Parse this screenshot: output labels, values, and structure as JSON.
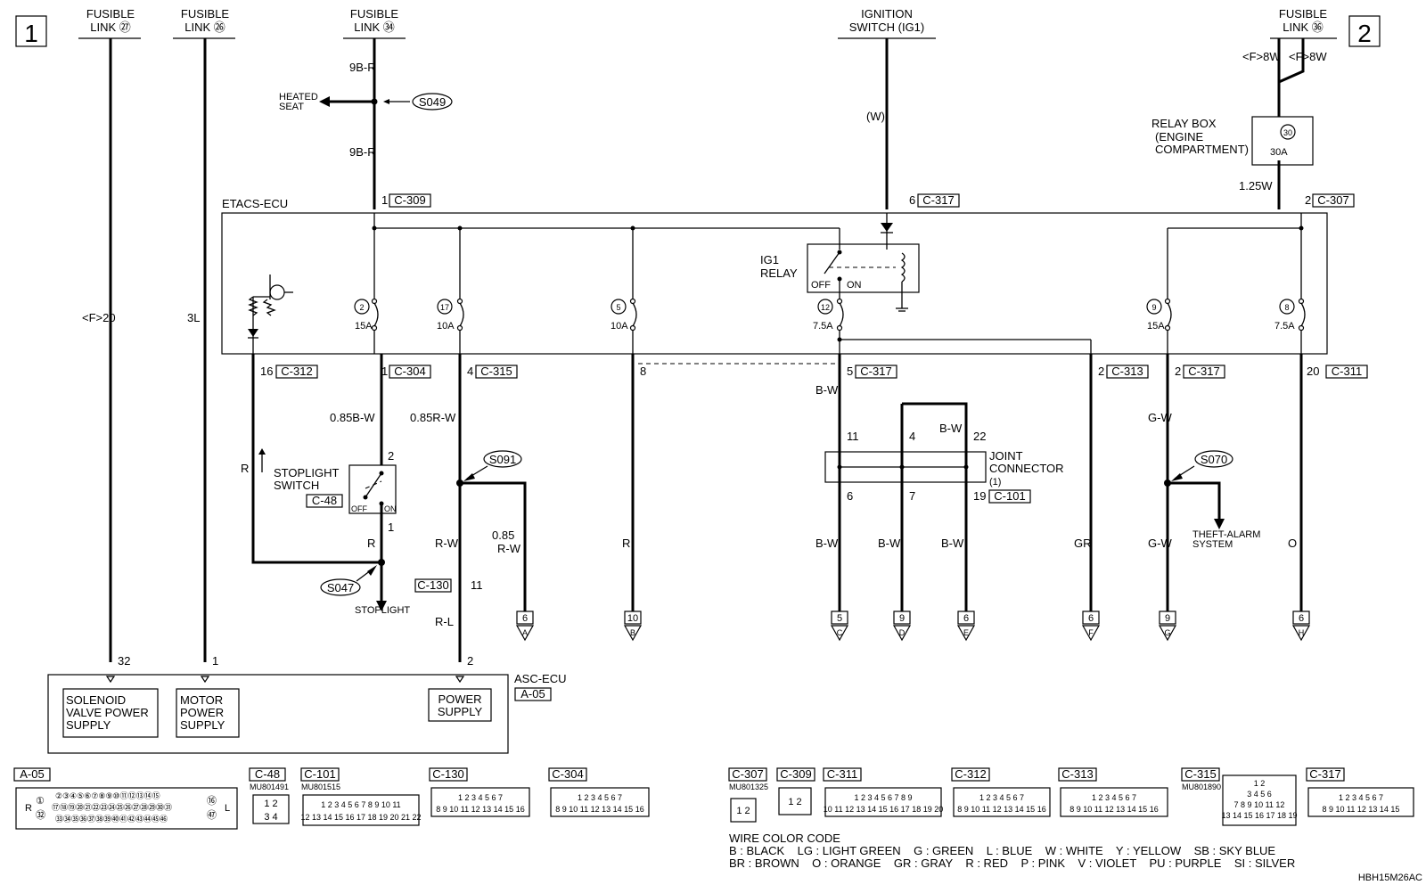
{
  "page": {
    "left_number": "1",
    "right_number": "2",
    "drawing_code": "HBH15M26AC"
  },
  "sources": {
    "fl27": [
      "FUSIBLE",
      "LINK ㉗"
    ],
    "fl26": [
      "FUSIBLE",
      "LINK ㉖"
    ],
    "fl34": [
      "FUSIBLE",
      "LINK ㉞"
    ],
    "ig": [
      "IGNITION",
      "SWITCH (IG1)"
    ],
    "fl36": [
      "FUSIBLE",
      "LINK ㊱"
    ]
  },
  "wires": {
    "f20": "<F>20",
    "l3": "3L",
    "b9r_top": "9B-R",
    "b9r_mid": "9B-R",
    "w_ig": "(W)",
    "f8w_a": "<F>8W",
    "f8w_b": "<F>8W",
    "w125": "1.25W",
    "b085w": "0.85B-W",
    "r085w": "0.85R-W",
    "r_left": "R",
    "r_stop": "R",
    "rw_a": "R-W",
    "rw_085": [
      "0.85",
      "R-W"
    ],
    "rl": "R-L",
    "r_b": "R",
    "bw_top": "B-W",
    "bw_bridge": "B-W",
    "bw_c": "B-W",
    "bw_d": "B-W",
    "bw_e": "B-W",
    "gr": "GR",
    "gw_top": "G-W",
    "gw_bot": "G-W",
    "o": "O"
  },
  "components": {
    "heated_seat": [
      "HEATED",
      "SEAT"
    ],
    "etacs": "ETACS-ECU",
    "ig1_relay": [
      "IG1",
      "RELAY"
    ],
    "relay_off": "OFF",
    "relay_on": "ON",
    "relay_box": [
      "RELAY BOX",
      "(ENGINE",
      "COMPARTMENT)"
    ],
    "stoplight_switch": [
      "STOPLIGHT",
      "SWITCH"
    ],
    "switch_off": "OFF",
    "switch_on": "ON",
    "stoplight": "STOPLIGHT",
    "joint_connector": [
      "JOINT",
      "CONNECTOR",
      "(1)"
    ],
    "theft_alarm": [
      "THEFT-ALARM",
      "SYSTEM"
    ],
    "asc_ecu": "ASC-ECU",
    "solenoid": [
      "SOLENOID",
      "VALVE POWER",
      "SUPPLY"
    ],
    "motor": [
      "MOTOR",
      "POWER",
      "SUPPLY"
    ],
    "power_supply": [
      "POWER",
      "SUPPLY"
    ]
  },
  "splices": {
    "s049": "S049",
    "s091": "S091",
    "s047": "S047",
    "s070": "S070"
  },
  "fuses": {
    "f30": {
      "num": "30",
      "amp": "30A"
    },
    "f2": {
      "num": "2",
      "amp": "15A"
    },
    "f17": {
      "num": "17",
      "amp": "10A"
    },
    "f5": {
      "num": "5",
      "amp": "10A"
    },
    "f12": {
      "num": "12",
      "amp": "7.5A"
    },
    "f9": {
      "num": "9",
      "amp": "15A"
    },
    "f8": {
      "num": "8",
      "amp": "7.5A"
    }
  },
  "connectors": {
    "c309": "C-309",
    "c317": "C-317",
    "c307": "C-307",
    "c312": "C-312",
    "c304": "C-304",
    "c315": "C-315",
    "c313": "C-313",
    "c311": "C-311",
    "c48": "C-48",
    "c101": "C-101",
    "c130": "C-130",
    "a05": "A-05"
  },
  "pins": {
    "p309": "1",
    "p317_6": "6",
    "p307": "2",
    "p312": "16",
    "p304": "1",
    "p315": "4",
    "p_b": "8",
    "p317_5": "5",
    "p313": "2",
    "p317_2": "2",
    "p311": "20",
    "sw_top": "2",
    "sw_bot": "1",
    "jc11": "11",
    "jc4": "4",
    "jc22": "22",
    "jc6": "6",
    "jc7": "7",
    "jc19": "19",
    "c130_pin": "11",
    "asc32": "32",
    "asc1": "1",
    "asc2": "2"
  },
  "offpage": [
    {
      "num": "6",
      "letter": "A"
    },
    {
      "num": "10",
      "letter": "B"
    },
    {
      "num": "5",
      "letter": "C"
    },
    {
      "num": "9",
      "letter": "D"
    },
    {
      "num": "6",
      "letter": "E"
    },
    {
      "num": "6",
      "letter": "F"
    },
    {
      "num": "9",
      "letter": "G"
    },
    {
      "num": "6",
      "letter": "H"
    }
  ],
  "connector_views": {
    "a05": {
      "label": "A-05",
      "row1": "②③④⑤⑥⑦⑧⑨⑩⑪⑫⑬⑭⑮",
      "row2": "⑰⑱⑲⑳㉑㉒㉓㉔㉕㉖㉗㉘㉙㉚㉛",
      "row3": "㉝㉞㉟㊱㊲㊳㊴㊵㊶㊷㊸㊹㊺㊻",
      "p1": "①",
      "p32": "㉜",
      "p16": "⑯",
      "p47": "㊼",
      "r": "R",
      "l": "L"
    },
    "c48": {
      "label": "C-48",
      "part": "MU801491",
      "row1": "1 2",
      "row2": "3 4"
    },
    "c101": {
      "label": "C-101",
      "part": "MU801515",
      "row1": "1 2 3 4 5 6 7 8 9 10 11",
      "row2": "12 13 14 15 16 17 18 19 20 21 22"
    },
    "c130": {
      "label": "C-130",
      "row1": "1 2 3 4   5 6 7",
      "row2": "8 9 10 11 12 13 14 15 16"
    },
    "c304": {
      "label": "C-304",
      "row1": "1 2 3 4   5 6 7",
      "row2": "8 9 10 11 12 13 14 15 16"
    },
    "c307": {
      "label": "C-307",
      "part": "MU801325",
      "row1": "1 2"
    },
    "c309": {
      "label": "C-309",
      "row1": "1 2"
    },
    "c311": {
      "label": "C-311",
      "row1": "1 2 3 4   5 6 7 8 9",
      "row2": "10 11 12 13 14 15 16 17 18 19 20"
    },
    "c312": {
      "label": "C-312",
      "row1": "1 2 3 4   5 6 7",
      "row2": "8 9 10 11 12 13 14 15 16"
    },
    "c313": {
      "label": "C-313",
      "row1": "1 2 3 4   5 6 7",
      "row2": "8 9 10 11 12 13 14 15 16"
    },
    "c315": {
      "label": "C-315",
      "part": "MU801890",
      "row1": "1   2",
      "row2": "3 4   5 6",
      "row3": "7 8 9 10 11 12",
      "row4": "13 14 15 16 17 18 19"
    },
    "c317": {
      "label": "C-317",
      "row1": "1 2 3 4   5 6 7",
      "row2": "8 9 10 11  12  13 14 15"
    }
  },
  "legend": {
    "title": "WIRE COLOR CODE",
    "line1": "B : BLACK    LG : LIGHT GREEN    G : GREEN    L : BLUE    W : WHITE    Y : YELLOW    SB : SKY BLUE",
    "line2": "BR : BROWN    O : ORANGE    GR : GRAY    R : RED    P : PINK    V : VIOLET    PU : PURPLE    SI : SILVER"
  }
}
